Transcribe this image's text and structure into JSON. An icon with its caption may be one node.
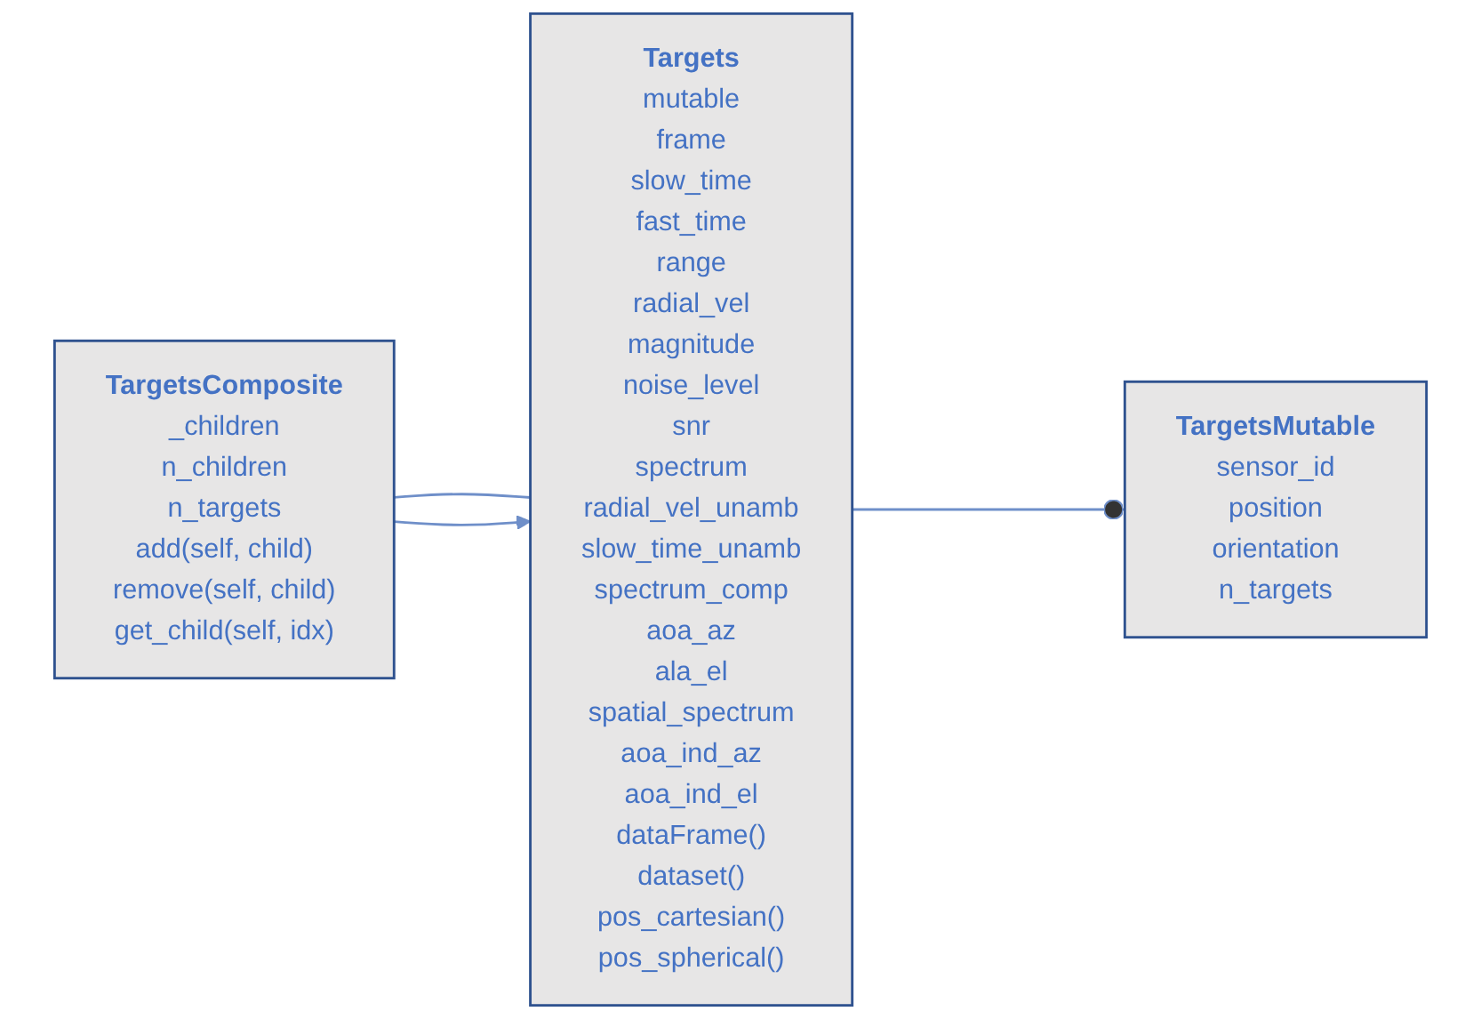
{
  "diagram": {
    "nodes": [
      {
        "text": [
          "TargetsComposite",
          "_children",
          "n_children",
          "n_targets",
          "add(self, child)",
          "remove(self, child)",
          "get_child(self, idx)"
        ]
      },
      {
        "text": [
          "Targets",
          "mutable",
          "frame",
          "slow_time",
          "fast_time",
          "range",
          "radial_vel",
          "magnitude",
          "noise_level",
          "snr",
          "spectrum",
          "radial_vel_unamb",
          "slow_time_unamb",
          "spectrum_comp",
          "aoa_az",
          "ala_el",
          "spatial_spectrum",
          "aoa_ind_az",
          "aoa_ind_el",
          "dataFrame()",
          "dataset()",
          "pos_cartesian()",
          "pos_spherical()"
        ]
      },
      {
        "text": [
          "TargetsMutable",
          "sensor_id",
          "position",
          "orientation",
          "n_targets"
        ]
      }
    ],
    "edges": [
      {
        "from": 0,
        "to": 1,
        "arrow": "none"
      },
      {
        "from": 0,
        "to": 1,
        "arrow": "to"
      },
      {
        "from": 1,
        "to": 2,
        "arrow": "other"
      }
    ]
  }
}
